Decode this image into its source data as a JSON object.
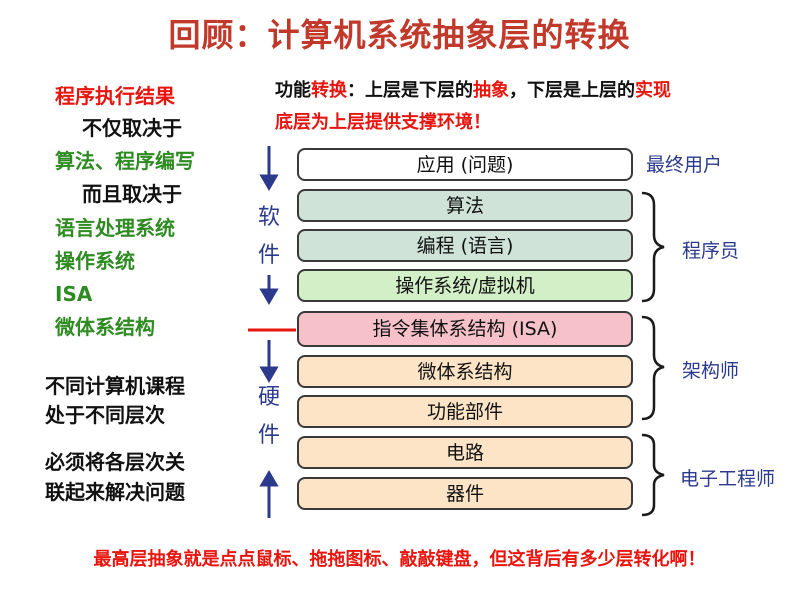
{
  "title": "回顾：计算机系统抽象层的转换",
  "left_column": {
    "result_label": "程序执行结果",
    "depends_not_only": "不仅取决于",
    "algorithm_programming": "算法、程序编写",
    "but_also": "而且取决于",
    "language_system": "语言处理系统",
    "operating_system": "操作系统",
    "isa": "ISA",
    "microarchitecture": "微体系结构",
    "courses_line1": "不同计算机课程",
    "courses_line2": "处于不同层次",
    "relate_line1": "必须将各层次关",
    "relate_line2": "联起来解决问题"
  },
  "note": {
    "line1_a": "功能",
    "line1_b": "转换",
    "line1_c": "：上层是下层的",
    "line1_d": "抽象",
    "line1_e": "，下层是上层的",
    "line1_f": "实现",
    "line2": "底层为上层提供支撑环境！"
  },
  "layers": [
    {
      "label": "应用 (问题)",
      "color": "#ffffff"
    },
    {
      "label": "算法",
      "color": "#cfe3d9"
    },
    {
      "label": "编程 (语言)",
      "color": "#cfe3d9"
    },
    {
      "label": "操作系统/虚拟机",
      "color": "#d3efc8"
    },
    {
      "label": "指令集体系结构 (ISA)",
      "color": "#f6c1c8"
    },
    {
      "label": "微体系结构",
      "color": "#fde4c6"
    },
    {
      "label": "功能部件",
      "color": "#fde4c6"
    },
    {
      "label": "电路",
      "color": "#fde4c6"
    },
    {
      "label": "器件",
      "color": "#fde4c6"
    }
  ],
  "roles": {
    "end_user": "最终用户",
    "programmer": "程序员",
    "architect": "架构师",
    "electrical_engineer": "电子工程师"
  },
  "sides": {
    "software_1": "软",
    "software_2": "件",
    "hardware_1": "硬",
    "hardware_2": "件"
  },
  "footer": "最高层抽象就是点点鼠标、拖拖图标、敲敲键盘，但这背后有多少层转化啊！",
  "colors": {
    "title": "#c0392b",
    "highlight_red": "#e8150e",
    "green_text": "#2e8b21",
    "role_blue": "#2b3a8c",
    "isa_line": "#e8150e"
  }
}
